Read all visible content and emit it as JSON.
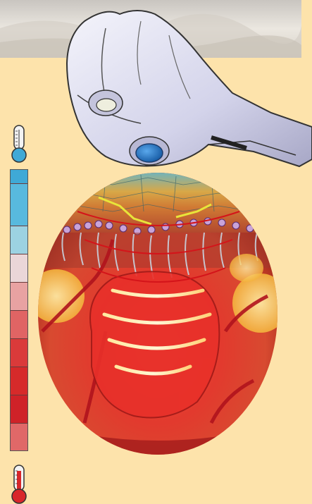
{
  "colors": {
    "background": "#fde3ab",
    "cold": "#4fb6dc",
    "hot": "#d8262a",
    "probe_body": "#dcdcf2",
    "probe_tip": "#2c79c4"
  },
  "icons": {
    "top_thermometer": "thermometer-cold-icon",
    "bottom_thermometer": "thermometer-hot-icon",
    "probe": "ultrasound-probe-icon"
  },
  "scale": {
    "segments": [
      {
        "color": "#3fa9d6",
        "fraction": 0.05
      },
      {
        "color": "#58b9de",
        "fraction": 0.15
      },
      {
        "color": "#9cd2e2",
        "fraction": 0.1
      },
      {
        "color": "#ead6d8",
        "fraction": 0.1
      },
      {
        "color": "#e8a2a2",
        "fraction": 0.1
      },
      {
        "color": "#e06464",
        "fraction": 0.1
      },
      {
        "color": "#da3a3a",
        "fraction": 0.1
      },
      {
        "color": "#d62a2a",
        "fraction": 0.1
      },
      {
        "color": "#cf2228",
        "fraction": 0.1
      },
      {
        "color": "#e06868",
        "fraction": 0.1
      }
    ]
  }
}
